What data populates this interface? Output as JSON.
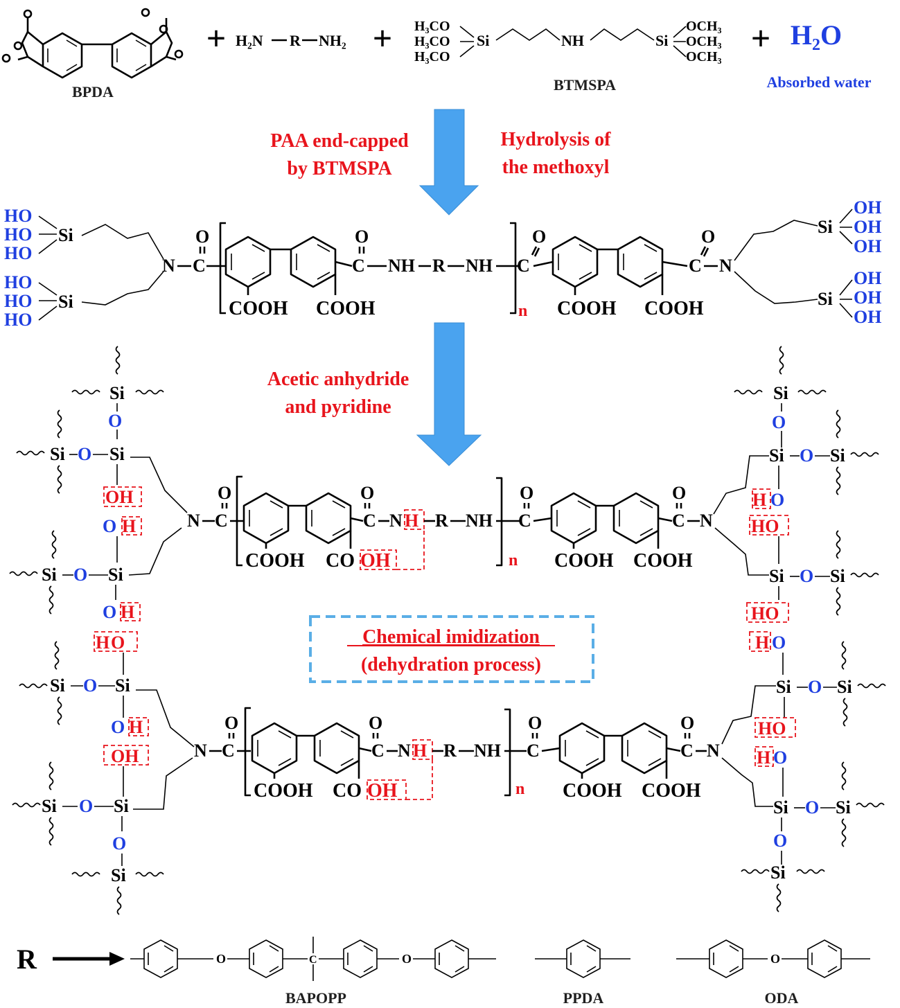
{
  "colors": {
    "black": "#000000",
    "red": "#e8141c",
    "blue": "#1f3fe0",
    "arrow": "#4aa3ef",
    "box": "#5aaee6"
  },
  "reactants": {
    "bpda": {
      "label": "BPDA"
    },
    "plus": "+",
    "diamine": {
      "left": "H₂N",
      "r": "R",
      "right": "NH₂"
    },
    "btmspa": {
      "label": "BTMSPA",
      "och3_left": "H₃CO",
      "och3_right": "OCH₃",
      "si": "Si",
      "nh": "NH"
    },
    "water": {
      "formula": "H₂O",
      "label": "Absorbed water"
    }
  },
  "step1": {
    "left_line1": "PAA end-capped",
    "left_line2": "by BTMSPA",
    "right_line1": "Hydrolysis of",
    "right_line2": "the methoxyl"
  },
  "step2": {
    "line1": "Acetic anhydride",
    "line2": "and pyridine"
  },
  "box": {
    "line1": "Chemical imidization",
    "line2": "(dehydration process)"
  },
  "atoms": {
    "HO": "HO",
    "OH": "OH",
    "Si": "Si",
    "O": "O",
    "H": "H",
    "N": "N",
    "C": "C",
    "NH": "NH",
    "R": "R",
    "COOH": "COOH",
    "CO": "CO",
    "n": "n"
  },
  "r_groups": {
    "r": "R",
    "o": "O",
    "c": "C",
    "items": [
      {
        "label": "BAPOPP"
      },
      {
        "label": "PPDA"
      },
      {
        "label": "ODA"
      }
    ]
  }
}
